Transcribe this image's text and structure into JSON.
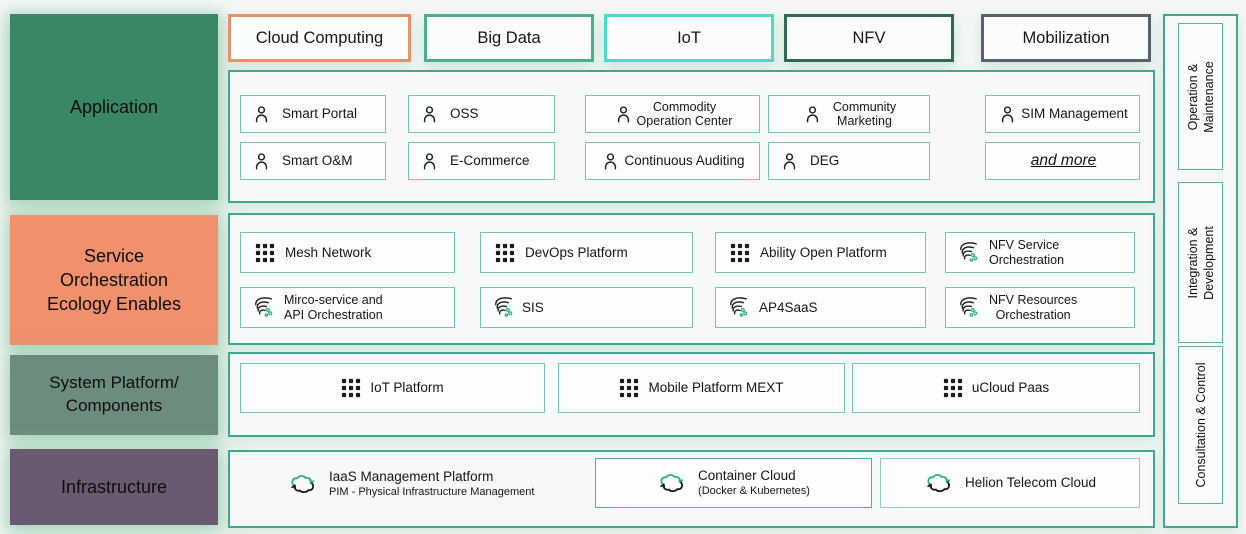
{
  "left_sections": [
    {
      "label": "Application",
      "color": "#3A8766"
    },
    {
      "label": "Service\nOrchestration\nEcology Enables",
      "color": "#F0906C"
    },
    {
      "label": "System Platform/\nComponents",
      "color": "#6D8C7D"
    },
    {
      "label": "Infrastructure",
      "color": "#695A71"
    }
  ],
  "categories": [
    {
      "label": "Cloud Computing",
      "border": "#EC8F6A"
    },
    {
      "label": "Big Data",
      "border": "#4BAE90"
    },
    {
      "label": "IoT",
      "border": "#47DCCB"
    },
    {
      "label": "NFV",
      "border": "#2E6B51"
    },
    {
      "label": "Mobilization",
      "border": "#57626F"
    }
  ],
  "application": {
    "items": [
      {
        "label": "Smart Portal",
        "icon": "person-icon"
      },
      {
        "label": "OSS",
        "icon": "person-icon"
      },
      {
        "label": "Commodity\nOperation Center",
        "icon": "person-icon"
      },
      {
        "label": "Community\nMarketing",
        "icon": "person-icon"
      },
      {
        "label": "SIM Management",
        "icon": "person-icon"
      },
      {
        "label": "Smart O&M",
        "icon": "person-icon"
      },
      {
        "label": "E-Commerce",
        "icon": "person-icon"
      },
      {
        "label": "Continuous Auditing",
        "icon": "person-icon"
      },
      {
        "label": "DEG",
        "icon": "person-icon"
      },
      {
        "label": "and more",
        "icon": "none"
      }
    ]
  },
  "services": {
    "items": [
      {
        "label": "Mesh Network",
        "icon": "grid-icon"
      },
      {
        "label": "DevOps Platform",
        "icon": "grid-icon"
      },
      {
        "label": "Ability Open Platform",
        "icon": "grid-icon"
      },
      {
        "label": "NFV Service\nOrchestration",
        "icon": "orchestration-swirl-icon"
      },
      {
        "label": "Mirco-service and\nAPI Orchestration",
        "icon": "orchestration-swirl-icon"
      },
      {
        "label": "SIS",
        "icon": "orchestration-swirl-icon"
      },
      {
        "label": "AP4SaaS",
        "icon": "orchestration-swirl-icon"
      },
      {
        "label": "NFV Resources\nOrchestration",
        "icon": "orchestration-swirl-icon"
      }
    ]
  },
  "platforms": {
    "items": [
      {
        "label": "IoT Platform",
        "icon": "grid-icon"
      },
      {
        "label": "Mobile Platform MEXT",
        "icon": "grid-icon"
      },
      {
        "label": "uCloud Paas",
        "icon": "grid-icon"
      }
    ]
  },
  "infrastructure": {
    "iaas": {
      "title": "IaaS Management Platform",
      "subtitle": "PIM - Physical Infrastructure Management",
      "icon": "cloud-sync-icon"
    },
    "container": {
      "title": "Container Cloud",
      "subtitle": "(Docker & Kubernetes)",
      "icon": "cloud-sync-icon"
    },
    "helion": {
      "title": "Helion Telecom Cloud",
      "icon": "cloud-sync-icon"
    }
  },
  "right_sections": [
    {
      "label": "Operation &\nMaintenance"
    },
    {
      "label": "Integration &\nDevelopment"
    },
    {
      "label": "Consultation & Control"
    }
  ],
  "colors": {
    "section_border": "#3FA690",
    "item_border": "#74C6B0",
    "icon_green": "#2FAE82",
    "glow": "#8CC8A5",
    "background": "#f4f7f5"
  }
}
